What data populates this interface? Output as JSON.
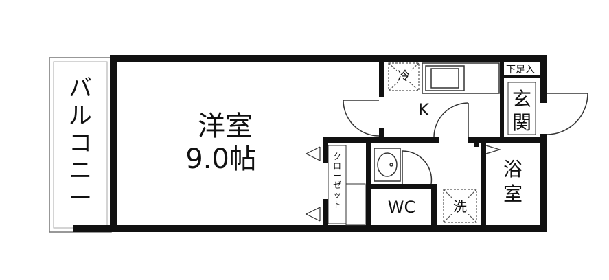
{
  "rooms": {
    "balcony": "バルコニー",
    "western_room_name": "洋室",
    "western_room_size": "9.0帖",
    "kitchen": "K",
    "refrigerator": "冷",
    "shoe_box": "下足入",
    "entrance": "玄関",
    "closet": "クローゼット",
    "toilet": "WC",
    "washer": "洗",
    "bathroom": "浴室"
  },
  "colors": {
    "wall": "#111111",
    "background": "#ffffff",
    "thin_line": "#333333",
    "dashed_line": "#555555"
  }
}
